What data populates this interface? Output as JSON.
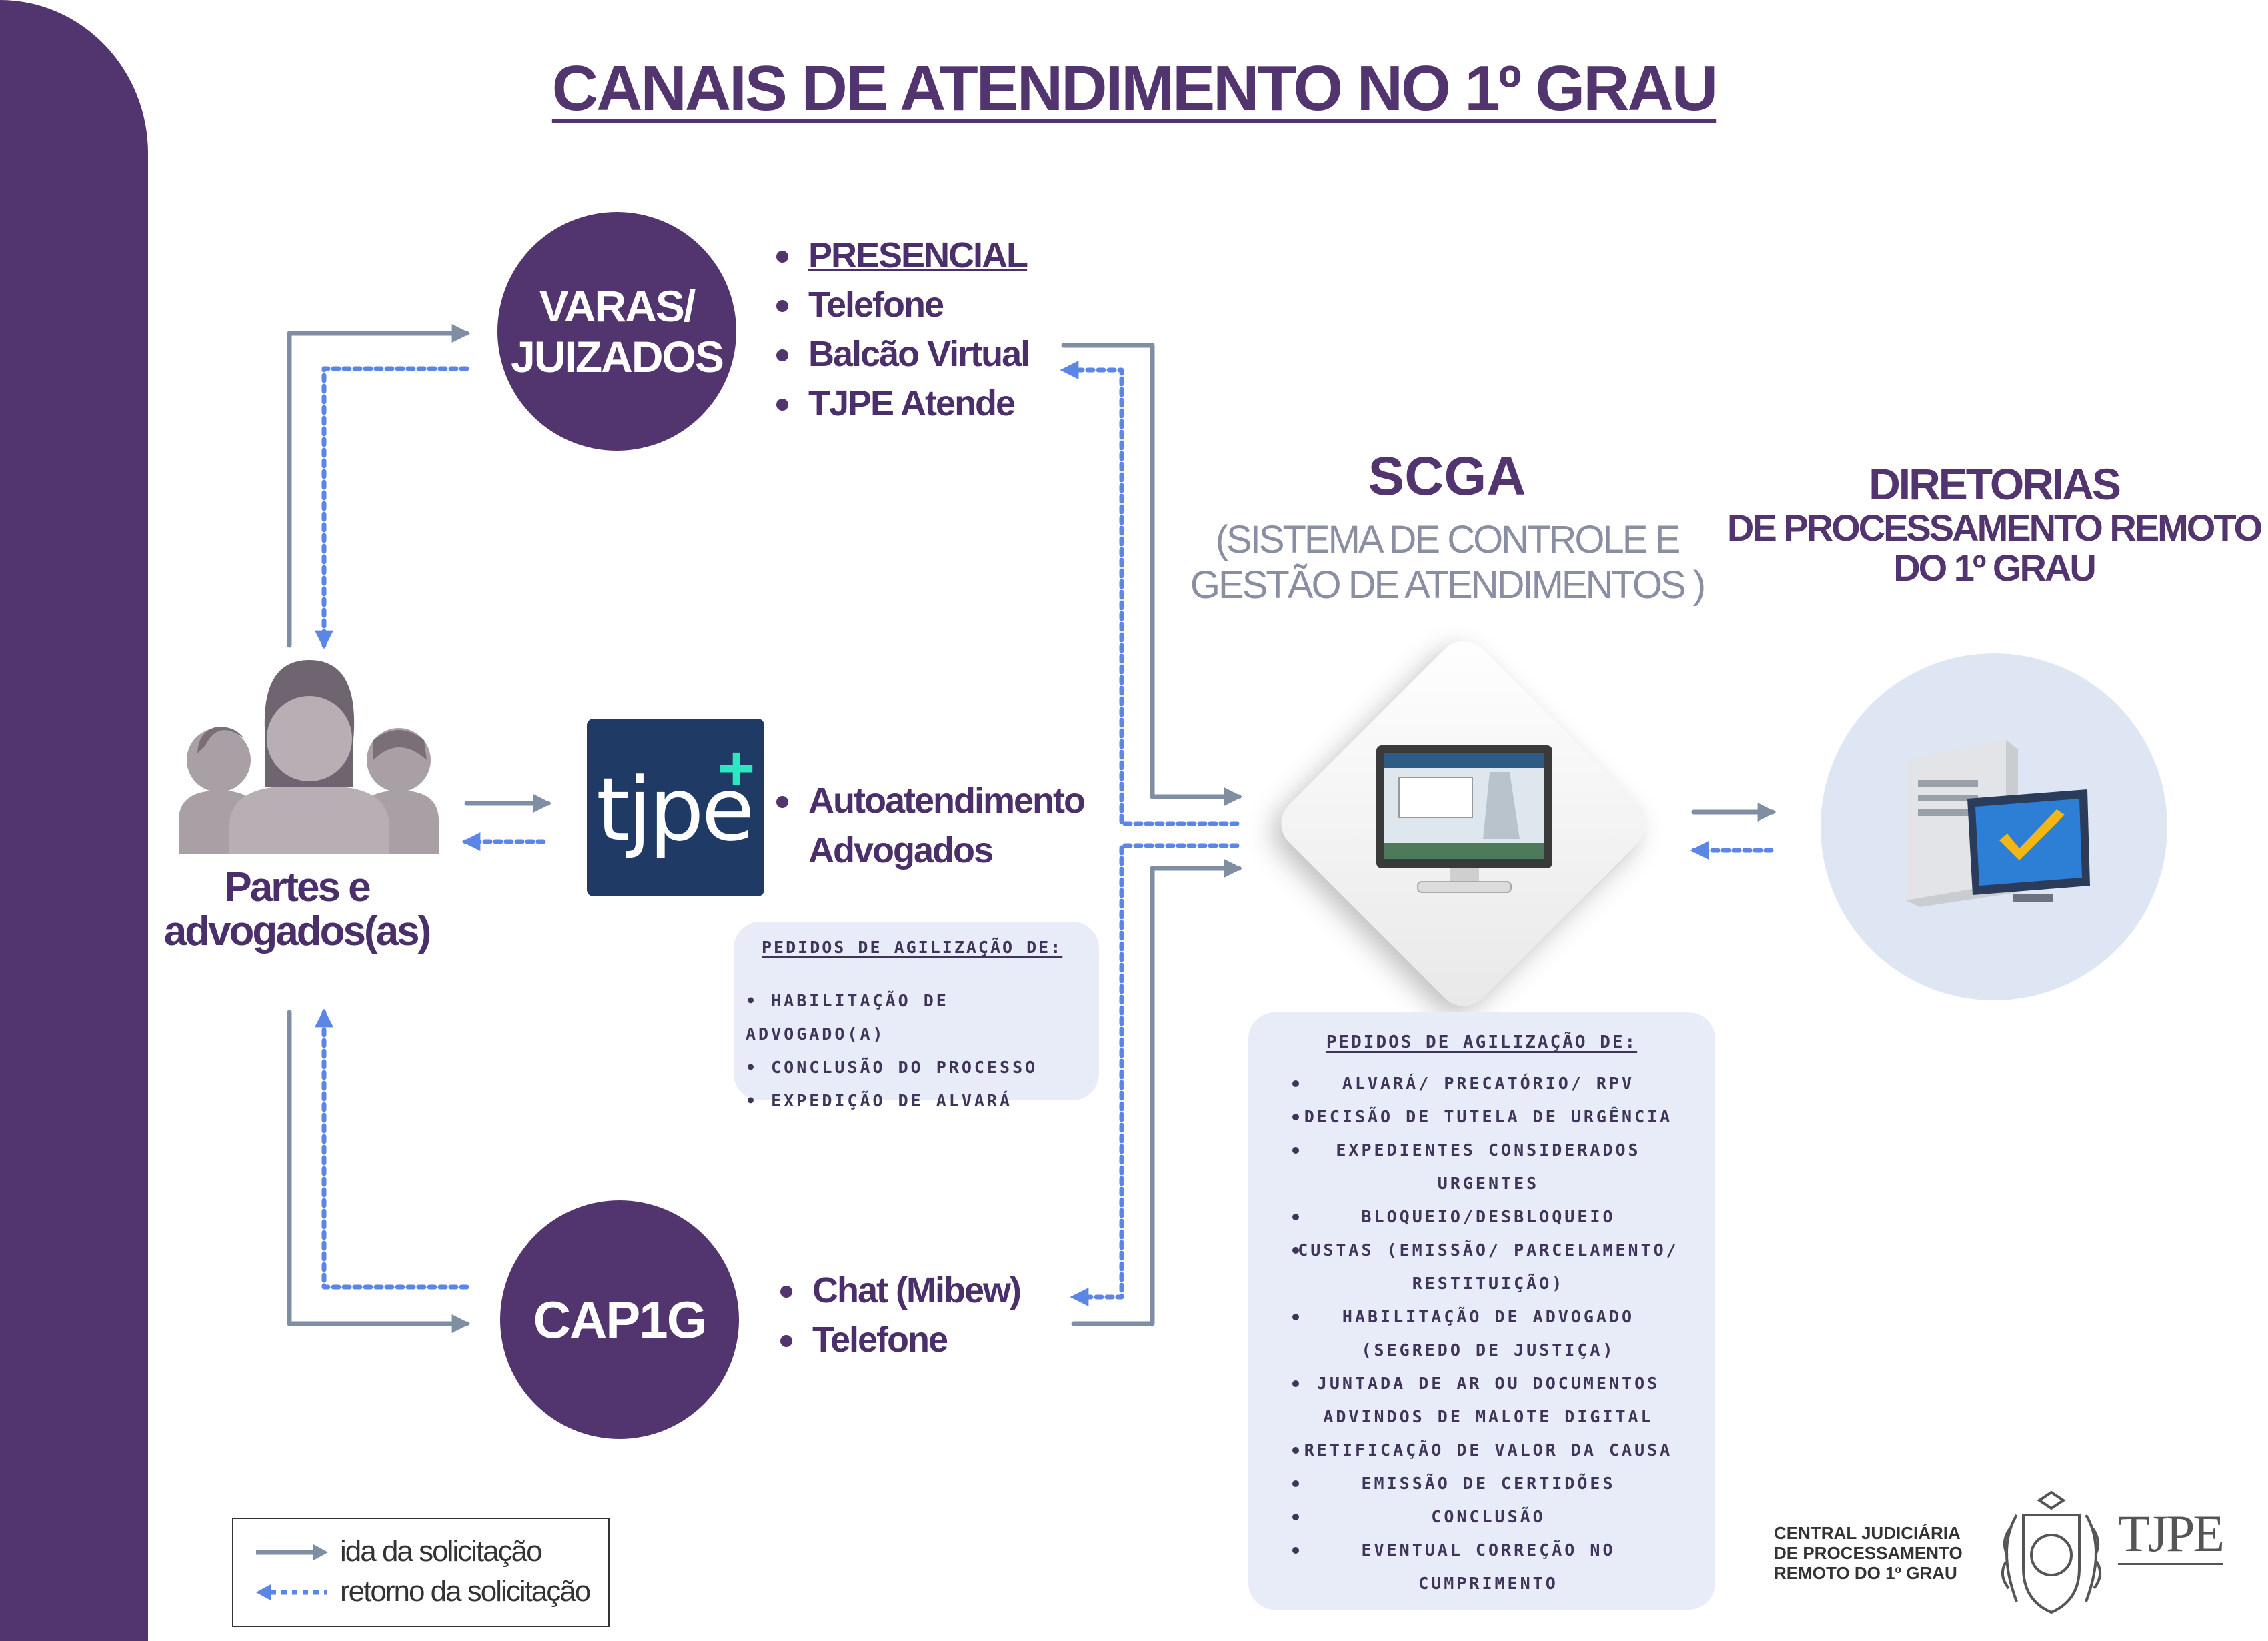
{
  "title": "CANAIS DE ATENDIMENTO NO 1º GRAU",
  "parties": {
    "line1": "Partes e",
    "line2": "advogados(as)"
  },
  "varas": {
    "line1": "VARAS/",
    "line2": "JUIZADOS",
    "items": [
      "PRESENCIAL",
      "Telefone",
      "Balcão Virtual",
      "TJPE Atende"
    ]
  },
  "tjpe_app": {
    "logo_text": "tjpe",
    "logo_plus": "+",
    "items": [
      "Autoatendimento",
      "Advogados"
    ],
    "box": {
      "title": "PEDIDOS DE AGILIZAÇÃO DE:",
      "items": [
        "HABILITAÇÃO DE ADVOGADO(A)",
        "CONCLUSÃO DO PROCESSO",
        "EXPEDIÇÃO DE ALVARÁ"
      ]
    }
  },
  "cap1g": {
    "label": "CAP1G",
    "items": [
      "Chat (Mibew)",
      "Telefone"
    ]
  },
  "scga": {
    "title": "SCGA",
    "subtitle_line1": "(SISTEMA DE CONTROLE E",
    "subtitle_line2": "GESTÃO DE ATENDIMENTOS )",
    "box": {
      "title": "PEDIDOS DE AGILIZAÇÃO DE:",
      "items": [
        [
          "ALVARÁ/ PRECATÓRIO/ RPV"
        ],
        [
          "DECISÃO DE TUTELA DE URGÊNCIA"
        ],
        [
          "EXPEDIENTES CONSIDERADOS",
          "URGENTES"
        ],
        [
          "BLOQUEIO/DESBLOQUEIO"
        ],
        [
          "CUSTAS (EMISSÃO/ PARCELAMENTO/",
          "RESTITUIÇÃO)"
        ],
        [
          "HABILITAÇÃO DE ADVOGADO",
          "(SEGREDO DE JUSTIÇA)"
        ],
        [
          "JUNTADA DE AR OU DOCUMENTOS",
          "ADVINDOS DE MALOTE DIGITAL"
        ],
        [
          "RETIFICAÇÃO DE VALOR DA CAUSA"
        ],
        [
          "EMISSÃO DE CERTIDÕES"
        ],
        [
          "CONCLUSÃO"
        ],
        [
          "EVENTUAL CORREÇÃO NO",
          "CUMPRIMENTO"
        ]
      ]
    }
  },
  "diretorias": {
    "line1": "DIRETORIAS",
    "line2": "DE PROCESSAMENTO REMOTO",
    "line3": "DO 1º GRAU"
  },
  "legend": {
    "forward": "ida da solicitação",
    "back": "retorno da solicitação"
  },
  "footer": {
    "line1": "CENTRAL JUDICIÁRIA",
    "line2": "DE PROCESSAMENTO",
    "line3": "REMOTO DO 1º GRAU",
    "logo": "TJPE"
  },
  "colors": {
    "purple": "#52346e",
    "arrow_solid": "#7f8ea3",
    "arrow_dotted": "#5b86e5",
    "box_bg": "#e7ecf8"
  }
}
